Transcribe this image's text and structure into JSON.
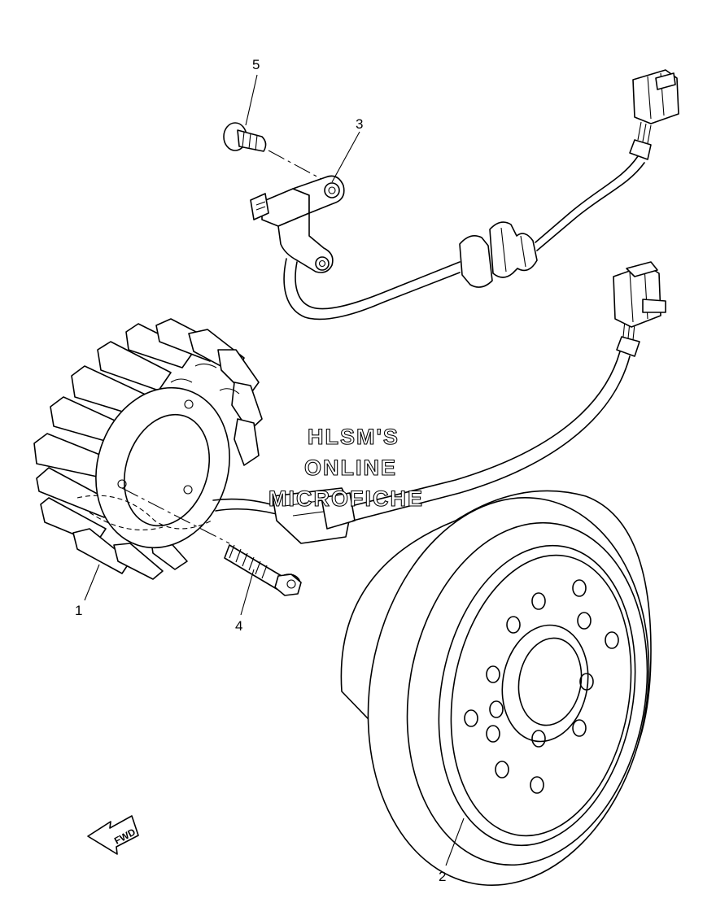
{
  "callouts": [
    {
      "id": "1",
      "label": "1"
    },
    {
      "id": "2",
      "label": "2"
    },
    {
      "id": "3",
      "label": "3"
    },
    {
      "id": "4",
      "label": "4"
    },
    {
      "id": "5",
      "label": "5"
    }
  ],
  "watermark": {
    "line1": "HLSM'S",
    "line2": "ONLINE",
    "line3": "MICROFICHE"
  },
  "direction_arrow": {
    "label": "FWD"
  }
}
